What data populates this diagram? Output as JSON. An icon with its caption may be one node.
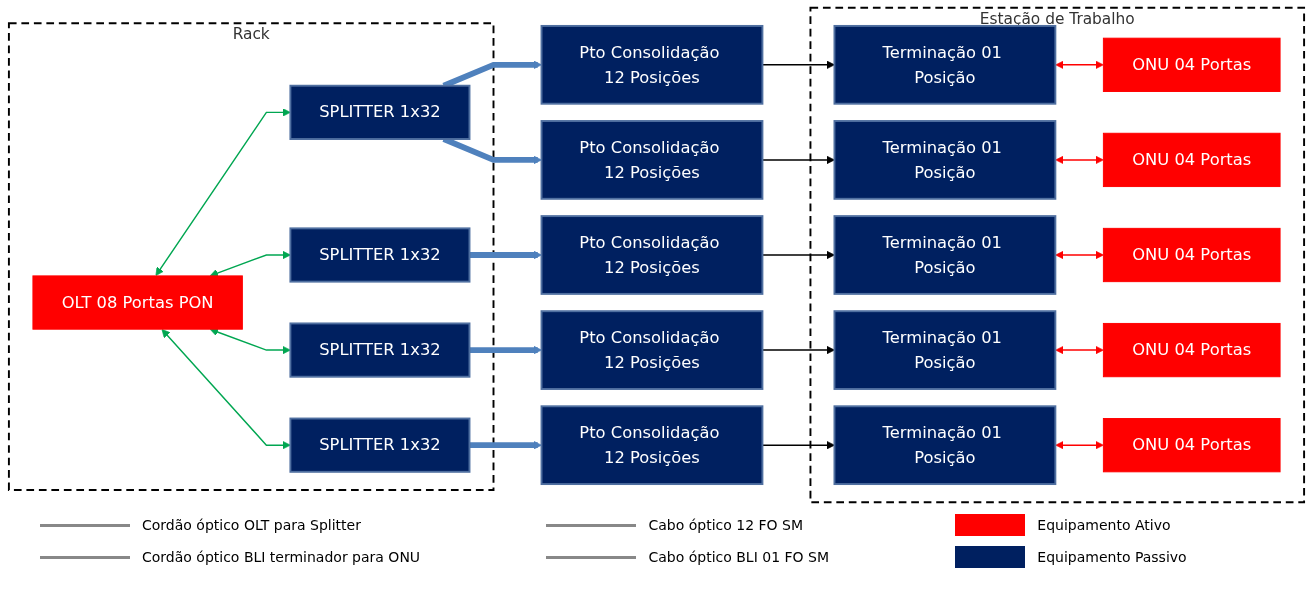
{
  "diagram": {
    "nodes": [
      {
        "text": [
          "Rack"
        ]
      },
      {
        "text": [
          "OLT 08 Portas PON"
        ],
        "in": 0
      },
      {
        "text": [
          "SPLITTER 1x32"
        ],
        "in": 0
      },
      {
        "text": [
          "SPLITTER 1x32"
        ],
        "in": 0
      },
      {
        "text": [
          "SPLITTER 1x32"
        ],
        "in": 0
      },
      {
        "text": [
          "SPLITTER 1x32"
        ],
        "in": 0
      },
      {
        "text": [
          "Pto Consolidação 12 Posições"
        ]
      },
      {
        "text": [
          "Pto Consolidação 12 Posições"
        ]
      },
      {
        "text": [
          "Pto Consolidação 12 Posições"
        ]
      },
      {
        "text": [
          "Pto Consolidação 12 Posições"
        ]
      },
      {
        "text": [
          "Pto Consolidação 12 Posições"
        ]
      },
      {
        "text": [
          "Estação de Trabalho"
        ]
      },
      {
        "text": [
          "Terminação 01 Posição"
        ],
        "in": 11
      },
      {
        "text": [
          "Terminação 01 Posição"
        ],
        "in": 11
      },
      {
        "text": [
          "Terminação 01 Posição"
        ],
        "in": 11
      },
      {
        "text": [
          "Terminação 01 Posição"
        ],
        "in": 11
      },
      {
        "text": [
          "Terminação 01 Posição"
        ],
        "in": 11
      },
      {
        "text": [
          "ONU 04 Portas"
        ],
        "in": 11
      },
      {
        "text": [
          "ONU 04 Portas"
        ],
        "in": 11
      },
      {
        "text": [
          "ONU 04 Portas"
        ],
        "in": 11
      },
      {
        "text": [
          "ONU 04 Portas"
        ],
        "in": 11
      },
      {
        "text": [
          "ONU 04 Portas"
        ],
        "in": 11
      }
    ],
    "edges": [
      {
        "from": 1,
        "to": 2,
        "arrow": "both",
        "color": "#00a651"
      },
      {
        "from": 1,
        "to": 3,
        "arrow": "both",
        "color": "#00a651"
      },
      {
        "from": 1,
        "to": 4,
        "arrow": "both",
        "color": "#00a651"
      },
      {
        "from": 1,
        "to": 5,
        "arrow": "both",
        "color": "#00a651"
      },
      {
        "from": 2,
        "to": 6,
        "arrow": "to",
        "style": "thick",
        "color": "#4f81bd"
      },
      {
        "from": 2,
        "to": 7,
        "arrow": "to",
        "style": "thick",
        "color": "#4f81bd"
      },
      {
        "from": 3,
        "to": 8,
        "arrow": "to",
        "style": "thick",
        "color": "#4f81bd"
      },
      {
        "from": 4,
        "to": 9,
        "arrow": "to",
        "style": "thick",
        "color": "#4f81bd"
      },
      {
        "from": 5,
        "to": 10,
        "arrow": "to",
        "style": "thick",
        "color": "#4f81bd"
      },
      {
        "from": 6,
        "to": 12,
        "arrow": "to",
        "color": "#000000"
      },
      {
        "from": 7,
        "to": 13,
        "arrow": "to",
        "color": "#000000"
      },
      {
        "from": 8,
        "to": 14,
        "arrow": "to",
        "color": "#000000"
      },
      {
        "from": 9,
        "to": 15,
        "arrow": "to",
        "color": "#000000"
      },
      {
        "from": 10,
        "to": 16,
        "arrow": "to",
        "color": "#000000"
      },
      {
        "from": 12,
        "to": 17,
        "arrow": "both",
        "color": "#ff0000"
      },
      {
        "from": 13,
        "to": 18,
        "arrow": "both",
        "color": "#ff0000"
      },
      {
        "from": 14,
        "to": 19,
        "arrow": "both",
        "color": "#ff0000"
      },
      {
        "from": 15,
        "to": 20,
        "arrow": "both",
        "color": "#ff0000"
      },
      {
        "from": 16,
        "to": 21,
        "arrow": "both",
        "color": "#ff0000"
      }
    ],
    "legend": [
      {
        "text": "Cordão óptico OLT para Splitter"
      },
      {
        "text": "Cabo óptico 12 FO SM"
      },
      {
        "text": "Equipamento Ativo",
        "color": "#ff0000"
      },
      {
        "text": "Cordão óptico BLI terminador para ONU"
      },
      {
        "text": "Cabo óptico BLI 01 FO SM"
      },
      {
        "text": "Equipamento Passivo",
        "color": "#002060"
      }
    ]
  }
}
